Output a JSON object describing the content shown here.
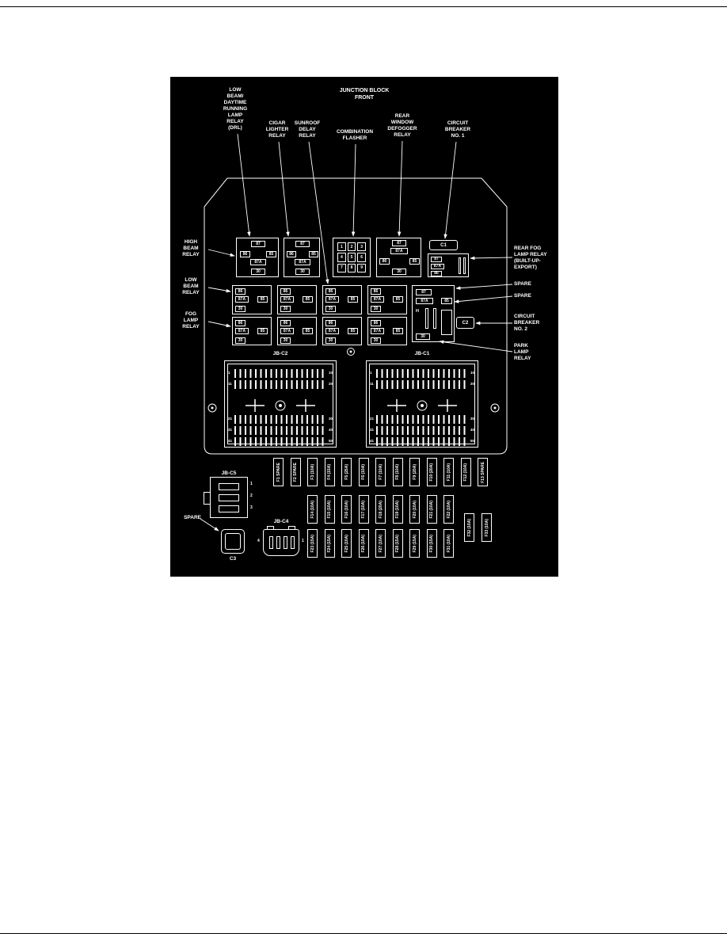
{
  "title": "JUNCTION BLOCK\nFRONT",
  "callouts": {
    "drl": "LOW\nBEAM/\nDAYTIME\nRUNNING\nLAMP\nRELAY\n(DRL)",
    "cigar": "CIGAR\nLIGHTER\nRELAY",
    "sunroof": "SUNROOF\nDELAY\nRELAY",
    "flasher": "COMBINATION\nFLASHER",
    "defogger": "REAR\nWINDOW\nDEFOGGER\nRELAY",
    "cb1": "CIRCUIT\nBREAKER\nNO. 1",
    "high_beam": "HIGH\nBEAM\nRELAY",
    "low_beam": "LOW\nBEAM\nRELAY",
    "fog_lamp": "FOG\nLAMP\nRELAY",
    "rear_fog": "REAR FOG\nLAMP RELAY\n(BUILT-UP-\nEXPORT)",
    "spare_1": "SPARE",
    "spare_2": "SPARE",
    "cb2": "CIRCUIT\nBREAKER\nNO. 2",
    "park": "PARK\nLAMP\nRELAY",
    "spare_bottom": "SPARE"
  },
  "connectors": {
    "jb_c2": "JB-C2",
    "jb_c1": "JB-C1",
    "jb_c5": "JB-C5",
    "jb_c4": "JB-C4",
    "c1": "C1",
    "c2": "C2",
    "c3": "C3"
  },
  "pins": {
    "p87": "87",
    "p87a": "87A",
    "p86": "86",
    "p85": "85",
    "p30": "30",
    "h": "H"
  },
  "flasher_pins": [
    "1",
    "2",
    "3",
    "4",
    "5",
    "6",
    "7",
    "8",
    "9"
  ],
  "grid_relays": [
    {
      "a": "86",
      "b": "87A",
      "c": "85",
      "d": "30"
    },
    {
      "a": "86",
      "b": "87A",
      "c": "85",
      "d": "30"
    },
    {
      "a": "86",
      "b": "87A",
      "c": "85",
      "d": "30"
    },
    {
      "a": "86",
      "b": "87A",
      "c": "85",
      "d": "30"
    },
    {
      "a": "86",
      "b": "87A",
      "c": "85",
      "d": "30"
    },
    {
      "a": "86",
      "b": "87A",
      "c": "85",
      "d": "30"
    },
    {
      "a": "86",
      "b": "87A",
      "c": "85",
      "d": "30"
    },
    {
      "a": "86",
      "b": "87A",
      "c": "85",
      "d": "30"
    }
  ],
  "pin_numbers": {
    "left_top": [
      "1",
      "11"
    ],
    "left_bottom": [
      "21",
      "31",
      "41"
    ],
    "right_top": [
      "10",
      "20"
    ],
    "right_bottom": [
      "30",
      "40",
      "50"
    ]
  },
  "jb_c5_pins": [
    "1",
    "2",
    "3"
  ],
  "jb_c4_pins": [
    "4",
    "1"
  ],
  "fuses": {
    "row1": [
      "F1 SPARE",
      "F2 SPARE",
      "F3 (10A)",
      "F4 (15A)",
      "F5 (25A)",
      "F6 (10A)",
      "F7 (10A)",
      "F8 (10A)",
      "F9 (20A)",
      "F10 (20A)",
      "F11 (10A)",
      "F12 (10A)",
      "F13 SPARE"
    ],
    "row2": [
      "F14 (10A)",
      "F15 (10A)",
      "F16 (10A)",
      "F17 (10A)",
      "F18 (20A)",
      "F19 (10A)",
      "F20 (10A)",
      "F21 (10A)",
      "F22 (10A)"
    ],
    "row3": [
      "F23 (15A)",
      "F24 (15A)",
      "F25 (10A)",
      "F26 (10A)",
      "F27 (10A)",
      "F28 (15A)",
      "F29 (15A)",
      "F30 (15A)",
      "F31 (10A)"
    ],
    "extra": [
      "F32 (10A)",
      "F33 (10A)"
    ]
  }
}
